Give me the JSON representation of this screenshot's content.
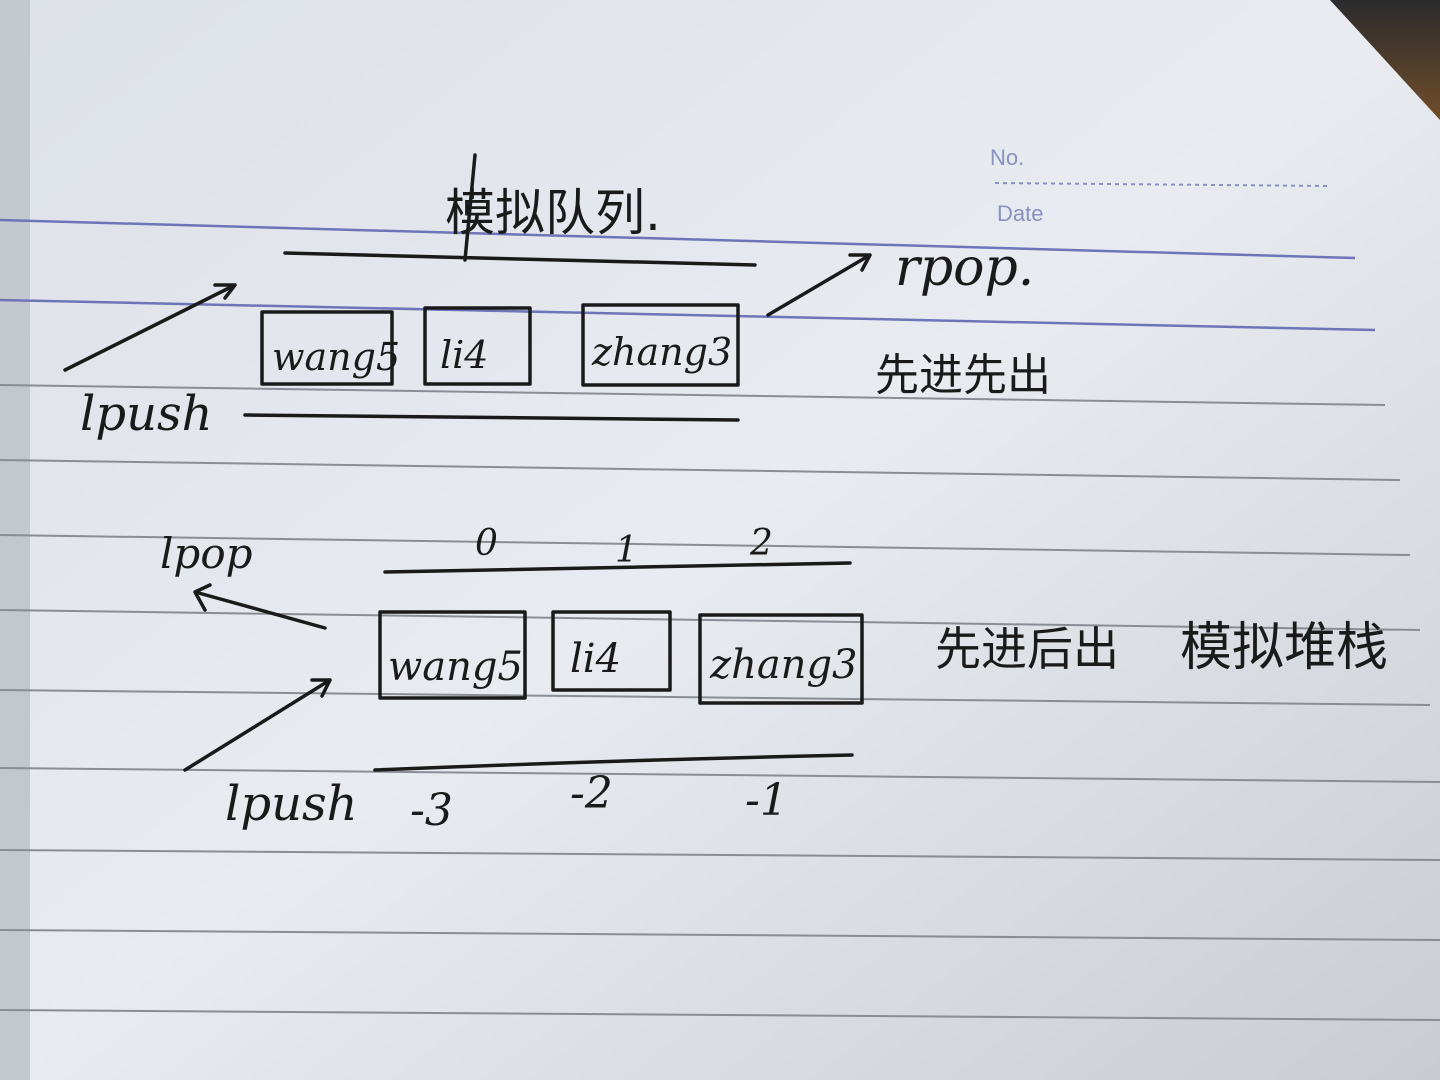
{
  "header": {
    "no_label": "No.",
    "date_label": "Date"
  },
  "queue": {
    "title": "模拟队列.",
    "right_op": "rpop.",
    "left_op": "lpush",
    "note": "先进先出",
    "items": [
      "wang5",
      "li4",
      "zhang3"
    ]
  },
  "stack": {
    "pop_op": "lpop",
    "push_op": "lpush",
    "note": "先进后出",
    "note2": "模拟堆栈",
    "items": [
      "wang5",
      "li4",
      "zhang3"
    ],
    "positive_indexes": [
      "0",
      "1",
      "2"
    ],
    "negative_indexes": [
      "-3",
      "-2",
      "-1"
    ]
  },
  "colors": {
    "paper": "#e6e9ee",
    "ink": "#1a1a1a",
    "rule_blue": "#6f74b8",
    "rule_gray": "#8a8d94",
    "desk": "#b07a3a"
  }
}
